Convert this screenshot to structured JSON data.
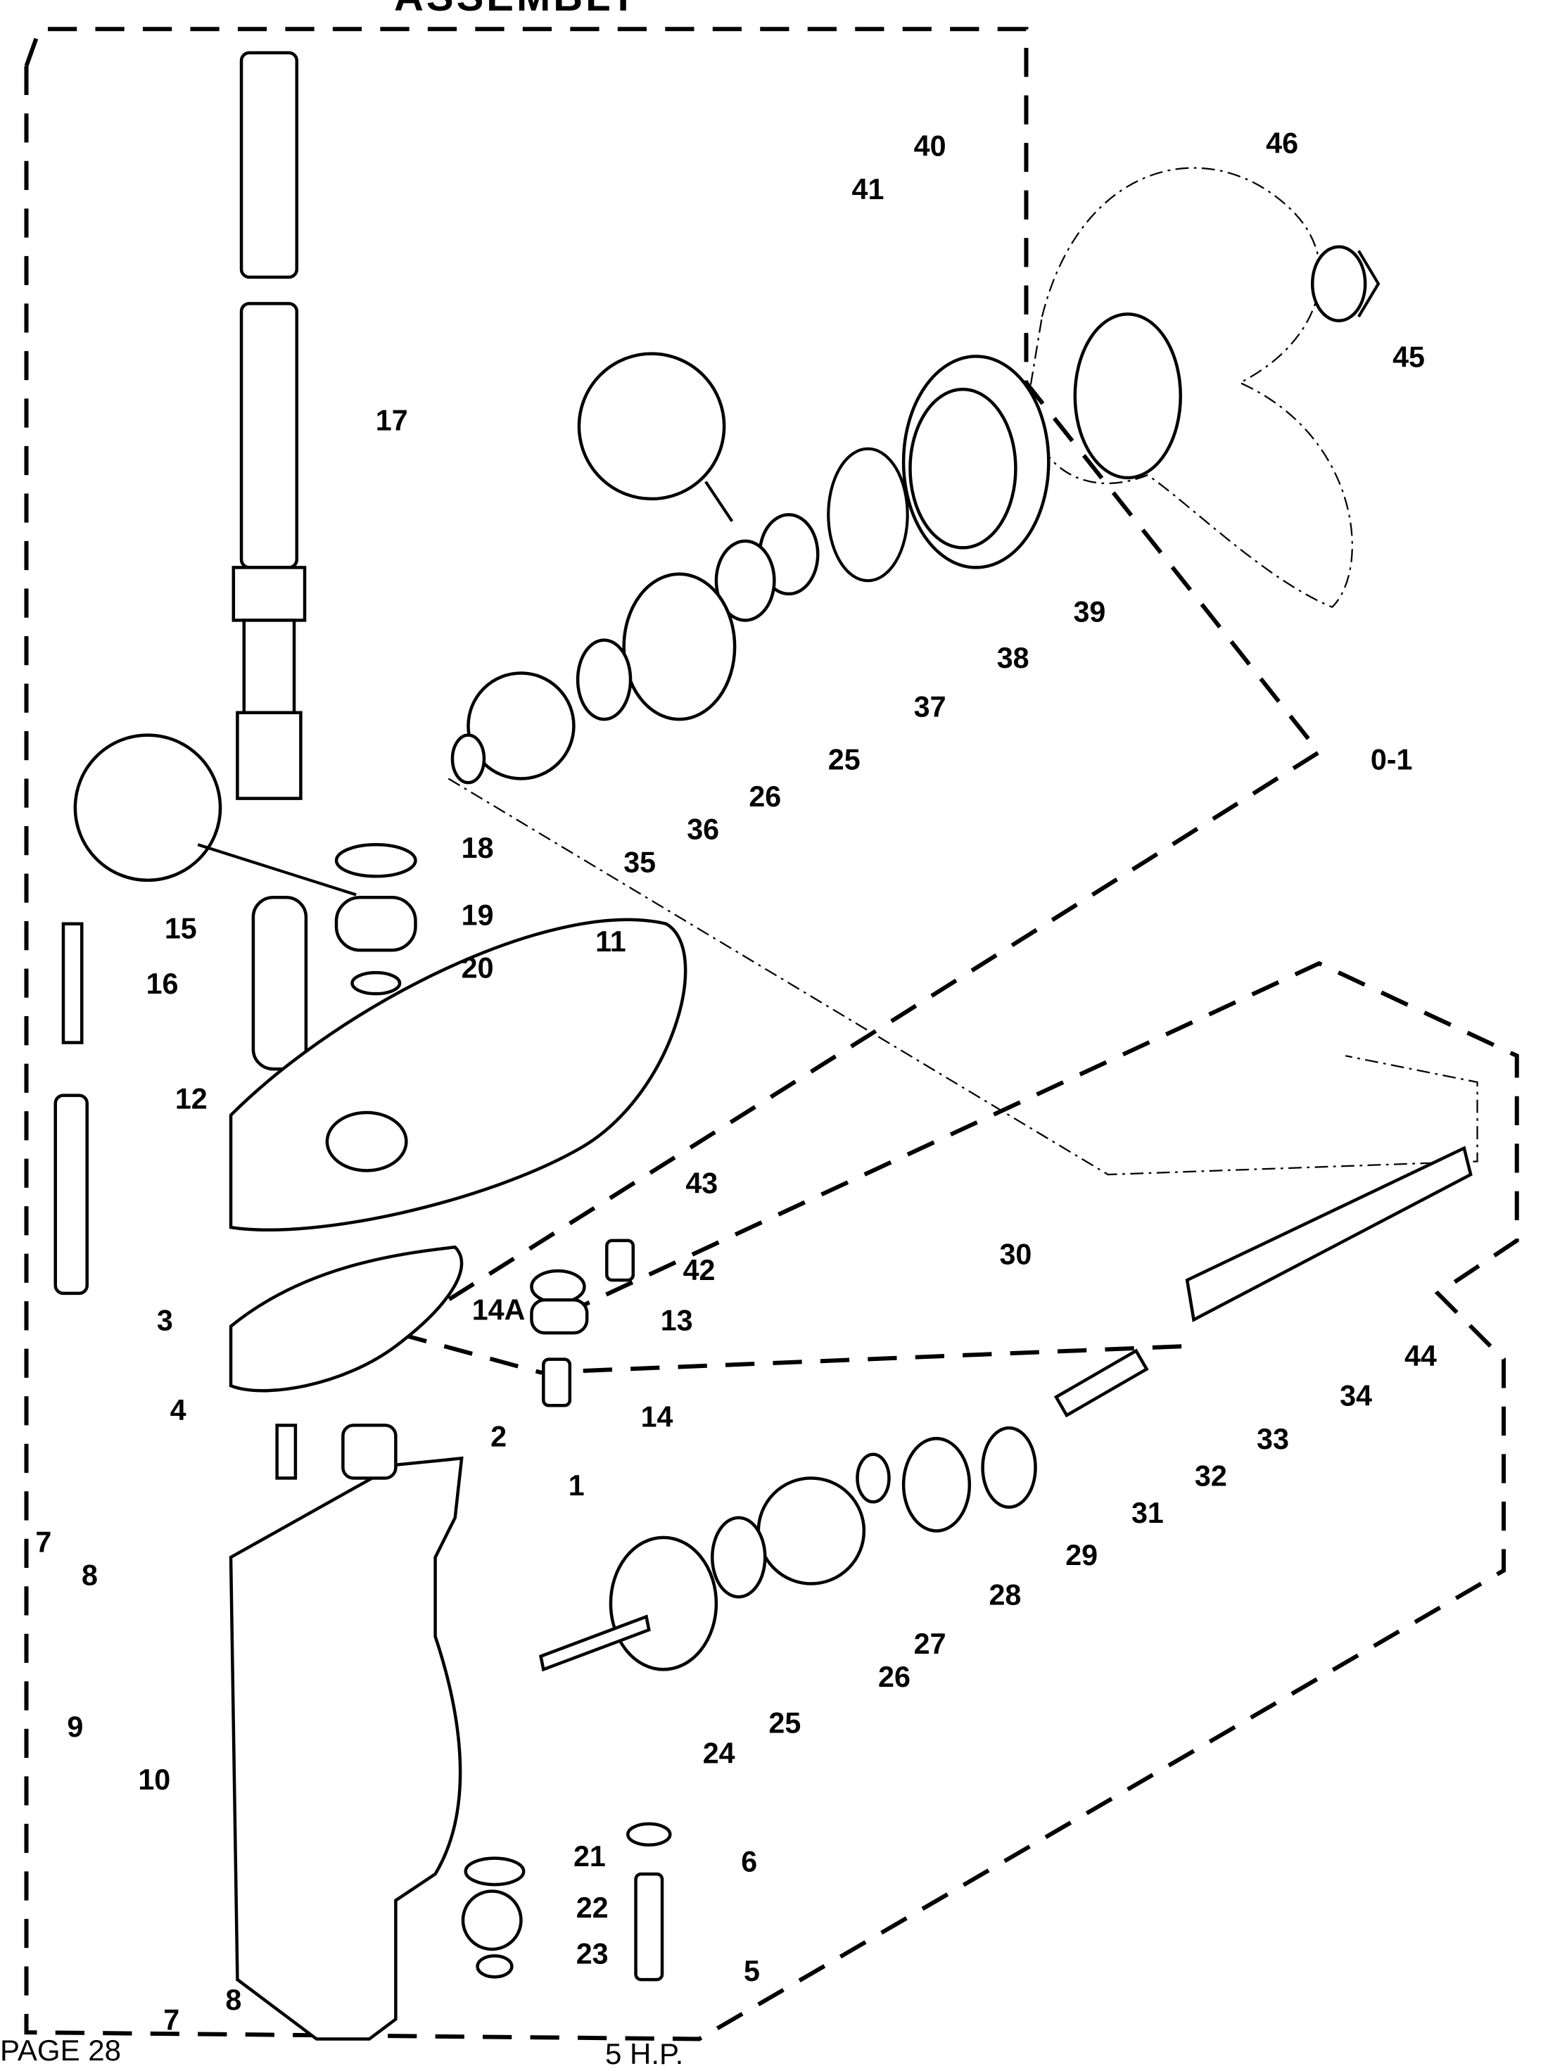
{
  "header": {
    "title": "ASSEMBLY"
  },
  "footer": {
    "page": "PAGE 28",
    "model": "5 H.P."
  },
  "callouts": [
    "46",
    "40",
    "41",
    "45",
    "17",
    "39",
    "38",
    "37",
    "25",
    "26",
    "36",
    "35",
    "0-1",
    "18",
    "19",
    "15",
    "20",
    "16",
    "11",
    "12",
    "43",
    "42",
    "14A",
    "13",
    "30",
    "3",
    "44",
    "34",
    "33",
    "4",
    "14",
    "2",
    "32",
    "1",
    "31",
    "7",
    "8",
    "29",
    "28",
    "27",
    "26",
    "9",
    "25",
    "24",
    "10",
    "21",
    "6",
    "22",
    "23",
    "5",
    "7",
    "8"
  ]
}
